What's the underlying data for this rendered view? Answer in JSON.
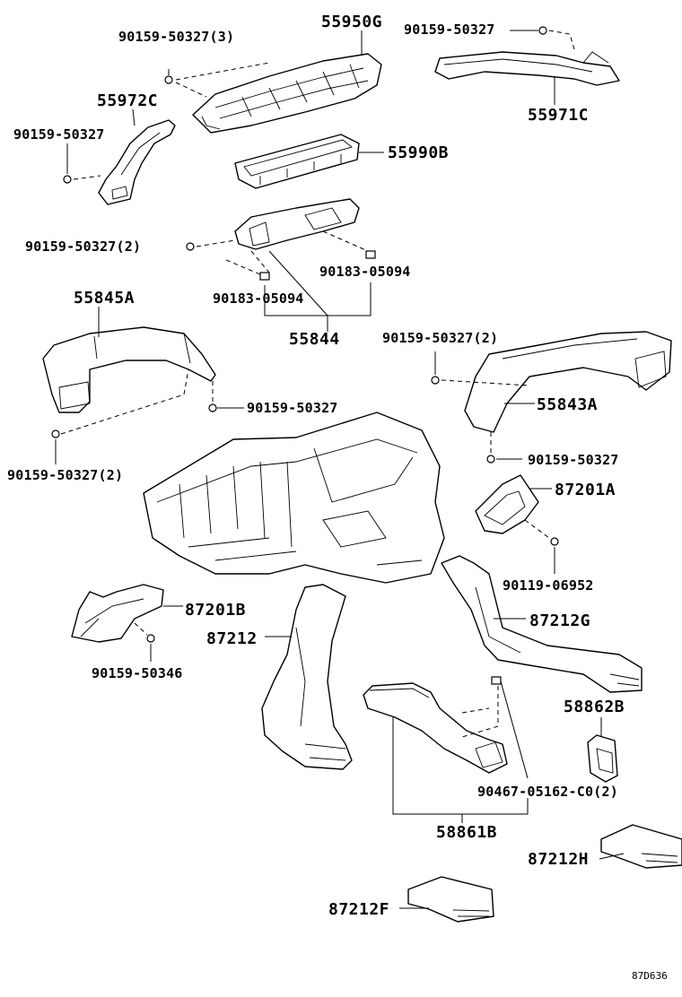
{
  "labels": {
    "p55950G": "55950G",
    "p90159_50327_3": "90159-50327(3)",
    "p90159_50327_top": "90159-50327",
    "p55971C": "55971C",
    "p55972C": "55972C",
    "p90159_50327_left": "90159-50327",
    "p55990B": "55990B",
    "p90159_50327_2_mid": "90159-50327(2)",
    "p90183_05094_right": "90183-05094",
    "p90183_05094_left": "90183-05094",
    "p55844": "55844",
    "p55845A": "55845A",
    "p90159_50327_2_right": "90159-50327(2)",
    "p90159_50327_center": "90159-50327",
    "p55843A": "55843A",
    "p90159_50327_2_lower": "90159-50327(2)",
    "p90159_50327_right2": "90159-50327",
    "p87201A": "87201A",
    "p90119_06952": "90119-06952",
    "p87201B": "87201B",
    "p87212G": "87212G",
    "p87212": "87212",
    "p90159_50346": "90159-50346",
    "p58862B": "58862B",
    "p90467_05162": "90467-05162-C0(2)",
    "p58861B": "58861B",
    "p87212H": "87212H",
    "p87212F": "87212F",
    "code": "87D636"
  }
}
